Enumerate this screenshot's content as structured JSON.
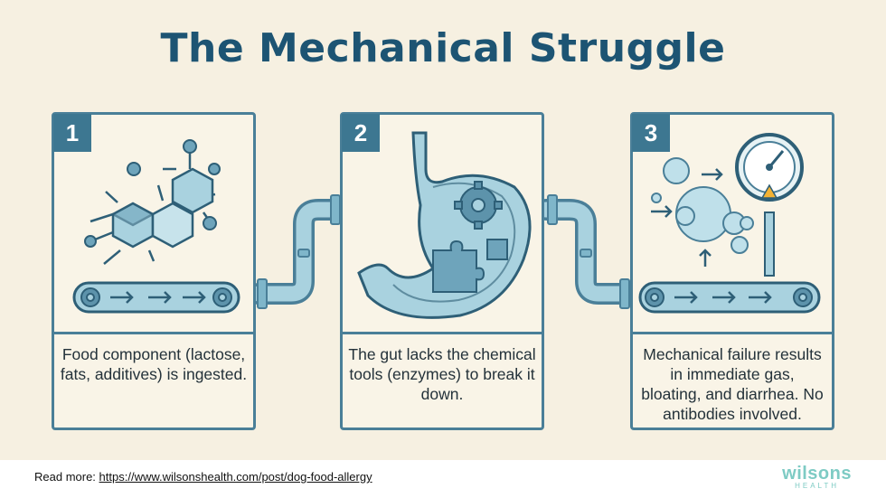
{
  "title": "The Mechanical Struggle",
  "steps": [
    {
      "number": "1",
      "caption": "Food component (lactose, fats, additives) is ingested."
    },
    {
      "number": "2",
      "caption": "The gut lacks the chemical tools (enzymes) to break it down."
    },
    {
      "number": "3",
      "caption": "Mechanical failure results in immediate gas, bloating, and diarrhea. No antibodies involved."
    }
  ],
  "footer": {
    "read_more_label": "Read more:",
    "read_more_url": "https://www.wilsonshealth.com/post/dog-food-allergy",
    "brand_name": "wilsons",
    "brand_sub": "HEALTH"
  },
  "icons": [
    "molecule-icon",
    "conveyor-belt-icon",
    "gear-icon",
    "stomach-icon",
    "puzzle-piece-icon",
    "bubbles-icon",
    "pressure-gauge-icon",
    "warning-icon",
    "pipe-icon"
  ],
  "colors": {
    "background": "#f6f0e1",
    "accent": "#1d5473",
    "line": "#4a7f98",
    "fill": "#a9d2df",
    "brand": "#7ecbc4"
  }
}
